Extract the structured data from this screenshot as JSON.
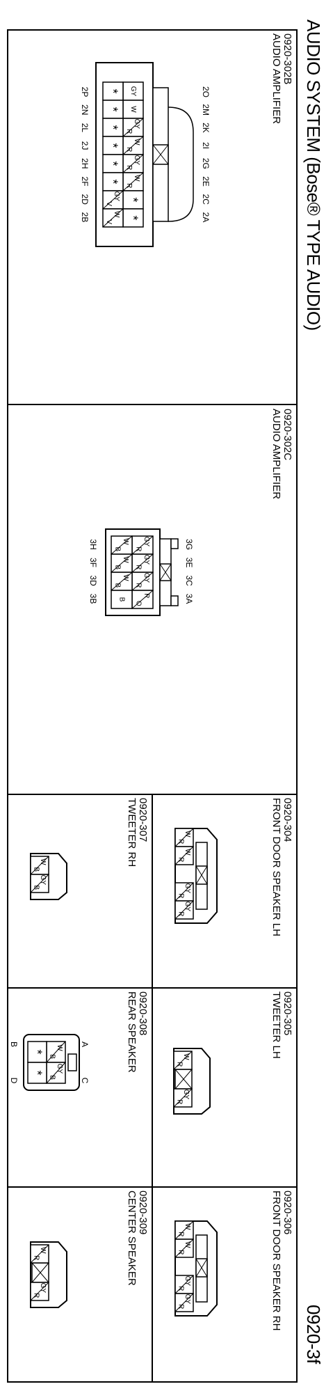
{
  "page": {
    "title": "AUDIO SYSTEM (Bose® TYPE AUDIO)",
    "page_number": "0920-3f"
  },
  "panels": {
    "amp_b": {
      "code": "0920-302B",
      "name": "AUDIO AMPLIFIER",
      "top_pins": [
        "2O",
        "2M",
        "2K",
        "2I",
        "2G",
        "2E",
        "2C",
        "2A"
      ],
      "bottom_pins": [
        "2P",
        "2N",
        "2L",
        "2J",
        "2H",
        "2F",
        "2D",
        "2B"
      ],
      "cells": [
        [
          "GY",
          "*"
        ],
        [
          "W",
          "*"
        ],
        [
          "GY/R",
          "*"
        ],
        [
          "W/R",
          "*"
        ],
        [
          "GY/R",
          "*"
        ],
        [
          "W/R",
          "*"
        ],
        [
          "*",
          "GY/V"
        ],
        [
          "*",
          "W/V"
        ]
      ]
    },
    "amp_c": {
      "code": "0920-302C",
      "name": "AUDIO AMPLIFIER",
      "top_pins": [
        "3G",
        "3E",
        "3C",
        "3A"
      ],
      "bottom_pins": [
        "3H",
        "3F",
        "3D",
        "3B"
      ],
      "cells": [
        [
          "GY/R",
          "W/B"
        ],
        [
          "GY/R",
          "W/B"
        ],
        [
          "GY/R",
          "W/B"
        ],
        [
          "R/O",
          "B"
        ]
      ]
    },
    "fdl": {
      "code": "0920-304",
      "name": "FRONT DOOR SPEAKER LH",
      "cells": [
        "W/R",
        "W/R",
        "GY/R",
        "GY/R"
      ]
    },
    "twl": {
      "code": "0920-305",
      "name": "TWEETER LH",
      "cells": [
        "W/R",
        "GY/R"
      ]
    },
    "fdr": {
      "code": "0920-306",
      "name": "FRONT DOOR SPEAKER RH",
      "cells": [
        "W/R",
        "W/R",
        "GY/R",
        "GY/R"
      ]
    },
    "twr": {
      "code": "0920-307",
      "name": "TWEETER RH",
      "cells": [
        "W/B",
        "GY/B"
      ]
    },
    "rear": {
      "code": "0920-308",
      "name": "REAR SPEAKER",
      "pins": [
        "A",
        "B",
        "C",
        "D"
      ],
      "cells": [
        [
          "W/B",
          "*"
        ],
        [
          "GY/B",
          "*"
        ]
      ]
    },
    "ctr": {
      "code": "0920-309",
      "name": "CENTER SPEAKER",
      "cells": [
        "W/R",
        "GY/R"
      ]
    }
  }
}
